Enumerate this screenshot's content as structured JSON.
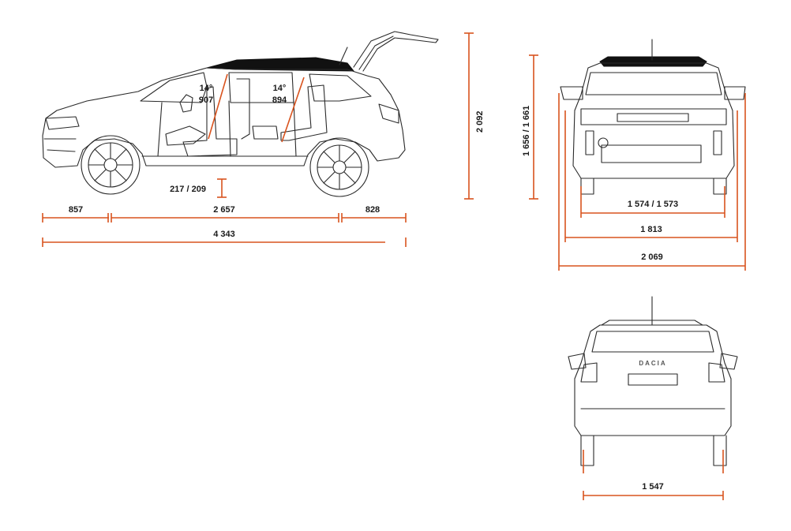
{
  "colors": {
    "dimension": "#d9531e",
    "outline": "#2a2a2a",
    "roof": "#111111"
  },
  "side_view": {
    "seat_angle_front": "14°",
    "seat_height_front": "907",
    "seat_angle_rear": "14°",
    "seat_height_rear": "894",
    "ground_clearance": "217 / 209",
    "front_overhang": "857",
    "wheelbase": "2 657",
    "rear_overhang": "828",
    "overall_length": "4 343",
    "height_tailgate_open": "2 092"
  },
  "front_view": {
    "height": "1 656 / 1 661",
    "front_track": "1 574 / 1 573",
    "width_body": "1 813",
    "width_mirrors": "2 069"
  },
  "rear_view": {
    "badge": "DACIA",
    "rear_track": "1 547"
  }
}
